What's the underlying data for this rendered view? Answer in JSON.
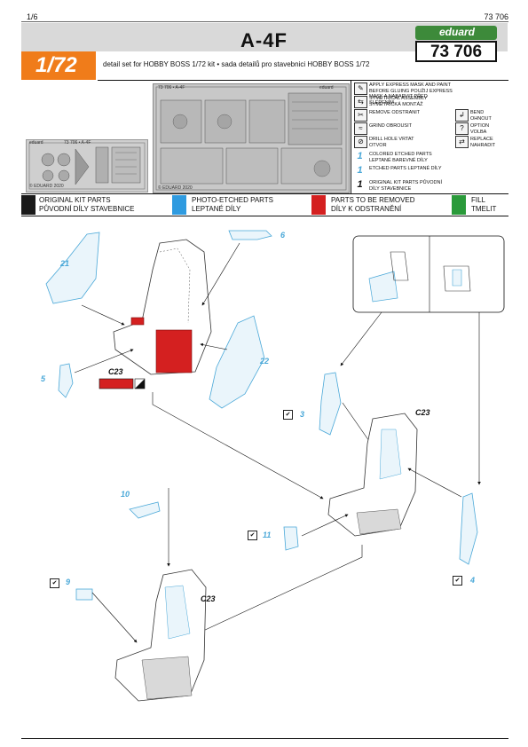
{
  "header": {
    "page": "1/6",
    "code_top": "73 706",
    "title": "A-4F",
    "brand": "eduard",
    "code": "73 706",
    "scale": "1/72",
    "subtitle": "detail set for  HOBBY BOSS 1/72 kit • sada detailů pro stavebnici  HOBBY BOSS 1/72"
  },
  "sheets": {
    "small_caption": "73 706 • A-4F",
    "small_logo": "eduard",
    "small_footer": "© EDUARD 2020",
    "big_caption": "73 706 • A-4F",
    "big_logo": "eduard",
    "big_footer": "© EDUARD 2020"
  },
  "legend": {
    "left": [
      {
        "icon": "mask-icon",
        "glyph": "✎",
        "text": "APPLY EXPRESS MASK AND PAINT BEFORE GLUING POUŽIJ EXPRESS MASK A NABARVIT PŘED SLEPENÍM"
      },
      {
        "icon": "symmetric-icon",
        "glyph": "⇆",
        "text": "SYMETRICAL ASSEMBLY SYMETRICKÁ MONTÁŽ"
      },
      {
        "icon": "remove-icon",
        "glyph": "✂",
        "text": "REMOVE ODSTRANIT"
      },
      {
        "icon": "grind-icon",
        "glyph": "≈",
        "text": "GRIND OBROUSIT"
      },
      {
        "icon": "drill-icon",
        "glyph": "⊘",
        "text": "DRILL HOLE VRTAT OTVOR"
      }
    ],
    "right": [
      {
        "icon": "bend-icon",
        "glyph": "↲",
        "text": "BEND OHNOUT"
      },
      {
        "icon": "option-icon",
        "glyph": "?",
        "text": "OPTION VOLBA"
      },
      {
        "icon": "replace-icon",
        "glyph": "⇄",
        "text": "REPLACE NAHRADIT"
      }
    ],
    "numbered": [
      {
        "num": "1",
        "color": "#4aa8d8",
        "text": "COLORED ETCHED PARTS LEPTANÉ BAREVNÉ DÍLY"
      },
      {
        "num": "1",
        "color": "#4aa8d8",
        "text": "ETCHED PARTS LEPTANÉ DÍLY"
      },
      {
        "num": "1",
        "color": "#111111",
        "text": "ORIGINAL KIT PARTS PŮVODNÍ DÍLY STAVEBNICE"
      }
    ]
  },
  "categories": [
    {
      "color": "#1a1a1a",
      "line1": "ORIGINAL KIT PARTS",
      "line2": "PŮVODNÍ DÍLY STAVEBNICE"
    },
    {
      "color": "#2f9be0",
      "line1": "PHOTO-ETCHED PARTS",
      "line2": "LEPTANÉ DÍLY"
    },
    {
      "color": "#d42020",
      "line1": "PARTS TO BE REMOVED",
      "line2": "DÍLY K ODSTRANĚNÍ"
    },
    {
      "color": "#2a9a3a",
      "line1": "FILL",
      "line2": "TMELIT"
    }
  ],
  "diagram": {
    "parts": [
      "21",
      "6",
      "22",
      "5",
      "3",
      "10",
      "11",
      "9",
      "4"
    ],
    "kit_part": "C23",
    "check_glyph": "✔"
  },
  "colors": {
    "etched": "#4aa8d8",
    "remove": "#d42020",
    "orange": "#f07c1a",
    "brand_green": "#3d8a3a"
  }
}
